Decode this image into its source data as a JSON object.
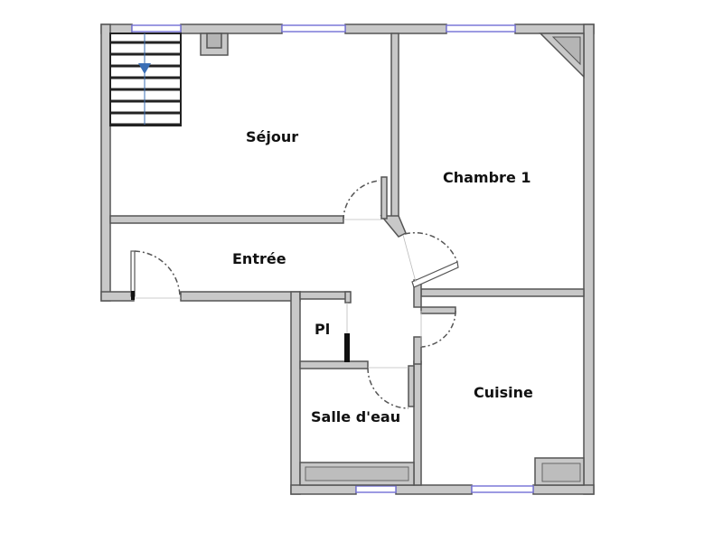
{
  "plan": {
    "colors": {
      "wall_fill": "#c8c8c8",
      "wall_stroke": "#555555",
      "window": "#7b78d8",
      "arrow": "#3b6fb6"
    },
    "rooms": [
      {
        "id": "sejour",
        "label": "Séjour"
      },
      {
        "id": "chambre1",
        "label": "Chambre 1"
      },
      {
        "id": "entree",
        "label": "Entrée"
      },
      {
        "id": "placard",
        "label": "Pl"
      },
      {
        "id": "salle_eau",
        "label": "Salle d'eau"
      },
      {
        "id": "cuisine",
        "label": "Cuisine"
      }
    ]
  }
}
